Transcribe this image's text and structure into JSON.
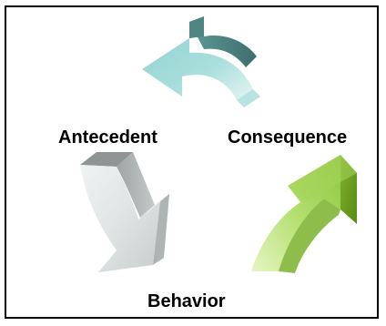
{
  "diagram": {
    "labels": {
      "antecedent": "Antecedent",
      "consequence": "Consequence",
      "behavior": "Behavior"
    },
    "colors": {
      "top_arrow": "#7fc1bf",
      "left_arrow": "#c9cfcf",
      "right_arrow": "#8dc63f"
    }
  }
}
